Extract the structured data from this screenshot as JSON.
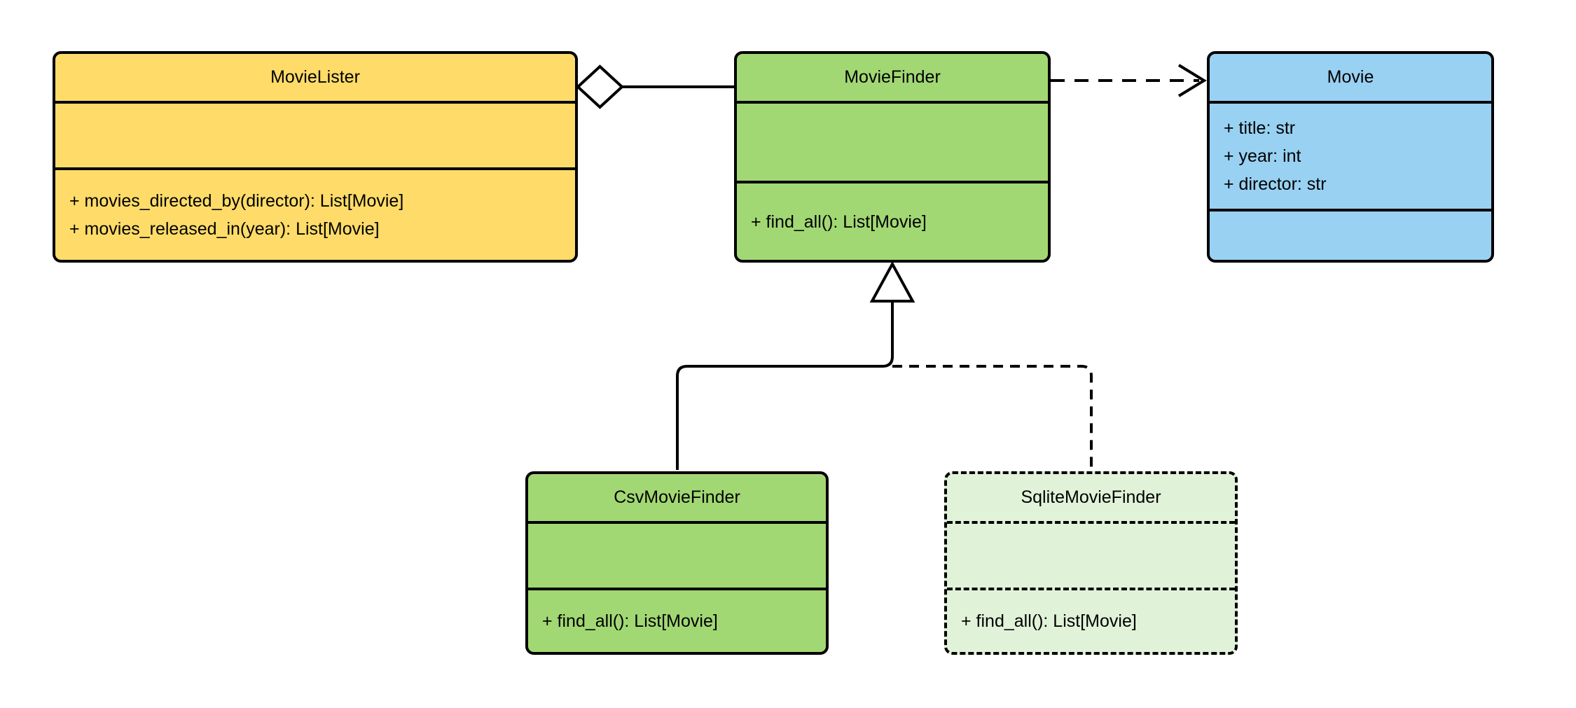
{
  "diagram": {
    "type": "uml-class-diagram",
    "background": "#FFFFFF",
    "classes": {
      "movie_lister": {
        "name": "MovieLister",
        "attributes": [],
        "methods": [
          "+ movies_directed_by(director): List[Movie]",
          "+ movies_released_in(year): List[Movie]"
        ],
        "fill": "#FFDC69",
        "border_style": "solid"
      },
      "movie_finder": {
        "name": "MovieFinder",
        "attributes": [],
        "methods": [
          "+ find_all(): List[Movie]"
        ],
        "fill": "#A2D874",
        "border_style": "solid"
      },
      "movie": {
        "name": "Movie",
        "attributes": [
          "+ title: str",
          "+ year: int",
          "+ director: str"
        ],
        "methods": [],
        "fill": "#99D1F2",
        "border_style": "solid"
      },
      "csv_movie_finder": {
        "name": "CsvMovieFinder",
        "attributes": [],
        "methods": [
          "+ find_all(): List[Movie]"
        ],
        "fill": "#A2D874",
        "border_style": "solid"
      },
      "sqlite_movie_finder": {
        "name": "SqliteMovieFinder",
        "attributes": [],
        "methods": [
          "+ find_all(): List[Movie]"
        ],
        "fill": "#E0F2D8",
        "border_style": "dashed"
      }
    },
    "relationships": [
      {
        "type": "aggregation",
        "owner": "MovieLister",
        "part": "MovieFinder",
        "line": "solid"
      },
      {
        "type": "dependency",
        "from": "MovieFinder",
        "to": "Movie",
        "line": "dashed"
      },
      {
        "type": "generalization",
        "child": "CsvMovieFinder",
        "parent": "MovieFinder",
        "line": "solid"
      },
      {
        "type": "generalization",
        "child": "SqliteMovieFinder",
        "parent": "MovieFinder",
        "line": "dashed"
      }
    ],
    "colors": {
      "stroke": "#000000",
      "yellow": "#FFDC69",
      "green": "#A2D874",
      "blue": "#99D1F2",
      "light_green": "#E0F2D8"
    }
  }
}
